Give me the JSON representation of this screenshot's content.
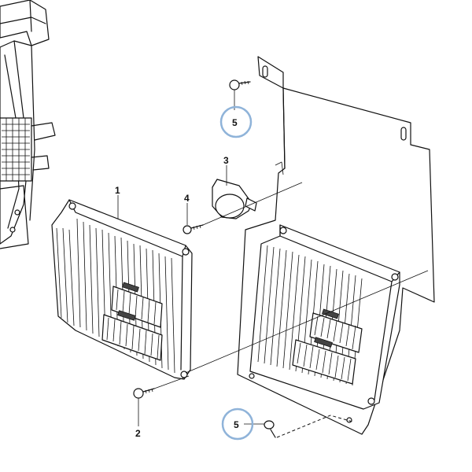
{
  "diagram": {
    "callouts": [
      {
        "id": "c1",
        "label": "1",
        "highlighted": false
      },
      {
        "id": "c2",
        "label": "2",
        "highlighted": false
      },
      {
        "id": "c3",
        "label": "3",
        "highlighted": false
      },
      {
        "id": "c4",
        "label": "4",
        "highlighted": false
      },
      {
        "id": "c5a",
        "label": "5",
        "highlighted": true
      },
      {
        "id": "c5b",
        "label": "5",
        "highlighted": true
      }
    ],
    "highlight_color": "#8fb3d9",
    "line_color": "#111111"
  }
}
